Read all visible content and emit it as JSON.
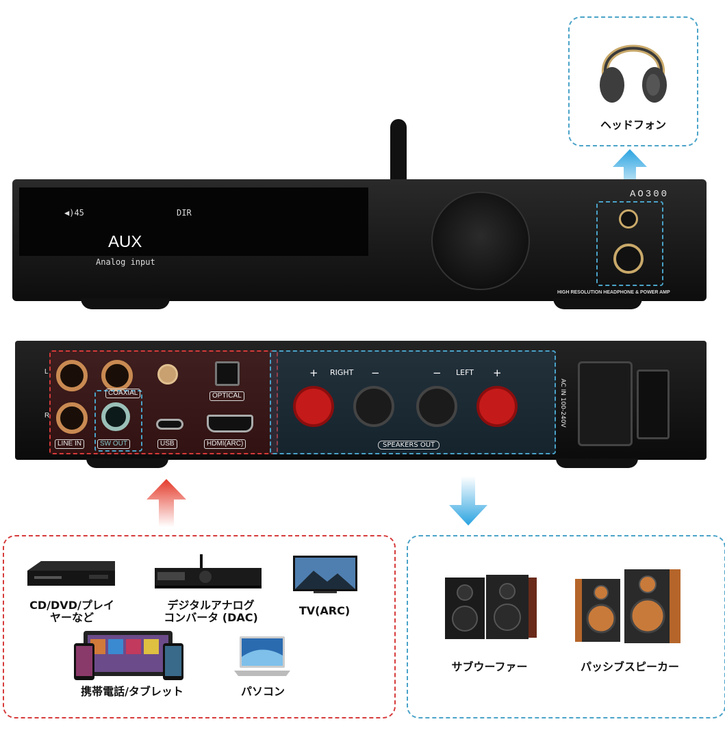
{
  "front_panel": {
    "volume": "◀)45",
    "mode": "DIR",
    "input": "AUX",
    "input_sub": "Analog input",
    "brand": "AO300",
    "tagline": "HIGH RESOLUTION HEADPHONE & POWER AMP"
  },
  "rear_panel": {
    "coaxial": "COAXIAL",
    "optical": "OPTICAL",
    "line_in": "LINE IN",
    "sw_out": "SW OUT",
    "usb": "USB",
    "hdmi": "HDMI(ARC)",
    "right": "RIGHT",
    "left": "LEFT",
    "plus": "+",
    "minus": "−",
    "speakers_out": "SPEAKERS OUT",
    "ac_in": "AC IN 100-240V",
    "channel_l": "L",
    "channel_r": "R"
  },
  "headphones": {
    "label": "ヘッドフォン"
  },
  "sources": {
    "cd_line1": "CD/DVD/プレイ",
    "cd_line2": "ヤーなど",
    "dac_line1": "デジタルアナログ",
    "dac_line2": "コンバータ (DAC)",
    "tv": "TV(ARC)",
    "mobile": "携帯電話/タブレット",
    "pc": "パソコン"
  },
  "outputs": {
    "subwoofer": "サブウーファー",
    "passive": "パッシブスピーカー"
  },
  "colors": {
    "blue_dash": "#4aa3c8",
    "red_dash": "#d63a3a",
    "arrow_blue": "#2aa3e0",
    "arrow_red": "#e43a2a"
  }
}
